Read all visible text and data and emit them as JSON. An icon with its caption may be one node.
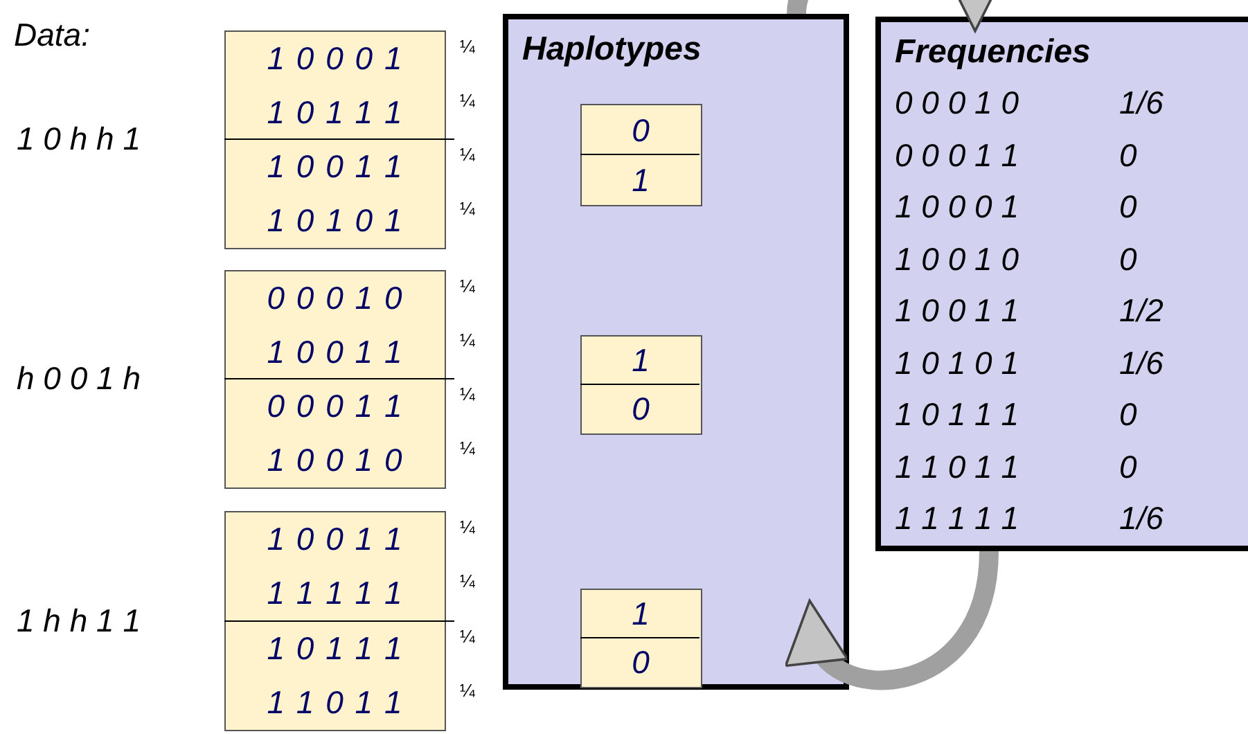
{
  "diagram": {
    "nodes": [
      {
        "text": [
          "1 0 0 0 1",
          "1 0 1 1 1",
          "1 0 0 1 1",
          "1 0 1 0 1"
        ],
        "beside": [
          "1 0 h h 1",
          "¼",
          "¼",
          "¼",
          "¼"
        ]
      },
      {
        "text": [
          "0 0 0 1 0",
          "1 0 0 1 1",
          "0 0 0 1 1",
          "1 0 0 1 0"
        ],
        "beside": [
          "h 0 0 1 h",
          "¼",
          "¼",
          "¼",
          "¼"
        ]
      },
      {
        "text": [
          "1 0 0 1 1",
          "1 1 1 1 1",
          "1 0 1 1 1",
          "1 1 0 1 1"
        ],
        "beside": [
          "1 h h 1 1",
          "¼",
          "¼",
          "¼",
          "¼"
        ]
      },
      {
        "text": [
          "Haplotypes"
        ]
      },
      {
        "text": [
          "0",
          "1"
        ],
        "in": 3
      },
      {
        "text": [
          "1",
          "0"
        ],
        "in": 3
      },
      {
        "text": [
          "1",
          "0"
        ],
        "in": 3
      },
      {
        "text": [
          "Frequencies",
          "0 0 0 1 0",
          "1/6",
          "0 0 0 1 1",
          "0",
          "1 0 0 0 1",
          "0",
          "1 0 0 1 0",
          "0",
          "1 0 0 1 1",
          "1/2",
          "1 0 1 0 1",
          "1/6",
          "1 0 1 1 1",
          "0",
          "1 1 0 1 1",
          "0",
          "1 1 1 1 1",
          "1/6"
        ]
      }
    ],
    "edges": [
      {
        "from": 3,
        "to": 7,
        "arrow": "to"
      },
      {
        "from": 7,
        "to": 3,
        "arrow": "to"
      }
    ],
    "labels": [
      "Data:"
    ]
  }
}
